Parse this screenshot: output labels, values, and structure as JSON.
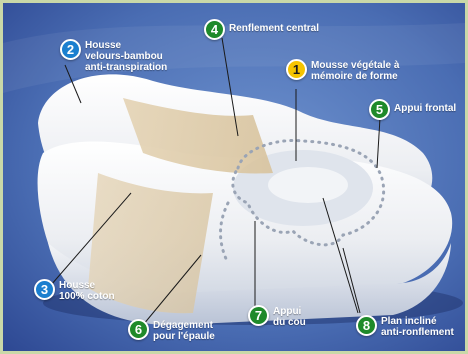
{
  "colors": {
    "frame": "#c9d8a8",
    "background_top": "#5a7fbf",
    "background_bottom": "#2f4d99",
    "badge_green": "#1f8a2a",
    "badge_blue": "#1b7fcf",
    "badge_yellow": "#f6c400",
    "label_text": "#ffffff"
  },
  "callouts": [
    {
      "number": "1",
      "color": "yellow",
      "lines": [
        "Mousse végétale à",
        "mémoire de forme"
      ]
    },
    {
      "number": "2",
      "color": "blue",
      "lines": [
        "Housse",
        "velours-bambou",
        "anti-transpiration"
      ]
    },
    {
      "number": "3",
      "color": "blue",
      "lines": [
        "Housse",
        "100% coton"
      ]
    },
    {
      "number": "4",
      "color": "green",
      "lines": [
        "Renflement central"
      ]
    },
    {
      "number": "5",
      "color": "green",
      "lines": [
        "Appui frontal"
      ]
    },
    {
      "number": "6",
      "color": "green",
      "lines": [
        "Dégagement",
        "pour l'épaule"
      ]
    },
    {
      "number": "7",
      "color": "green",
      "lines": [
        "Appui",
        "du cou"
      ]
    },
    {
      "number": "8",
      "color": "green",
      "lines": [
        "Plan incliné",
        "anti-ronflement"
      ]
    }
  ]
}
